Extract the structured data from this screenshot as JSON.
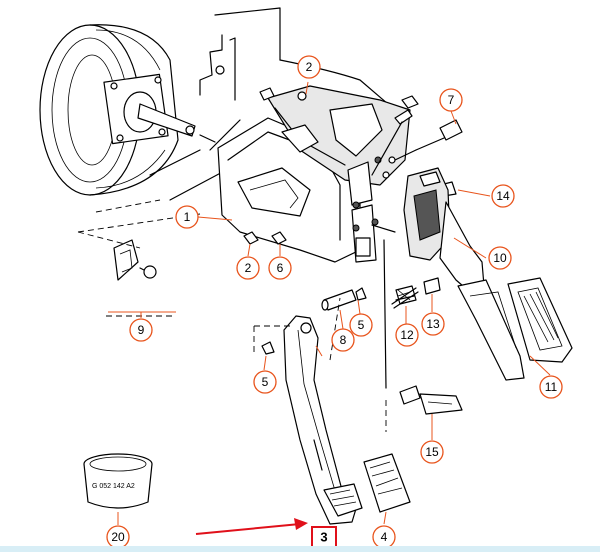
{
  "parts": [
    {
      "id": "c1",
      "number": "1"
    },
    {
      "id": "c2a",
      "number": "2"
    },
    {
      "id": "c2b",
      "number": "2"
    },
    {
      "id": "c3",
      "number": "3"
    },
    {
      "id": "c4",
      "number": "4"
    },
    {
      "id": "c5a",
      "number": "5"
    },
    {
      "id": "c5b",
      "number": "5"
    },
    {
      "id": "c6",
      "number": "6"
    },
    {
      "id": "c7",
      "number": "7"
    },
    {
      "id": "c8",
      "number": "8"
    },
    {
      "id": "c9",
      "number": "9"
    },
    {
      "id": "c10",
      "number": "10"
    },
    {
      "id": "c11",
      "number": "11"
    },
    {
      "id": "c12",
      "number": "12"
    },
    {
      "id": "c13",
      "number": "13"
    },
    {
      "id": "c14",
      "number": "14"
    },
    {
      "id": "c15",
      "number": "15"
    },
    {
      "id": "c20",
      "number": "20"
    }
  ],
  "bushing_stamp": "G 052 142 A2",
  "highlight": {
    "part": "3"
  },
  "colors": {
    "callout": "#e8541c",
    "highlight": "#e0101a",
    "line": "#000000",
    "bottom_bar": "#d8eef6"
  }
}
